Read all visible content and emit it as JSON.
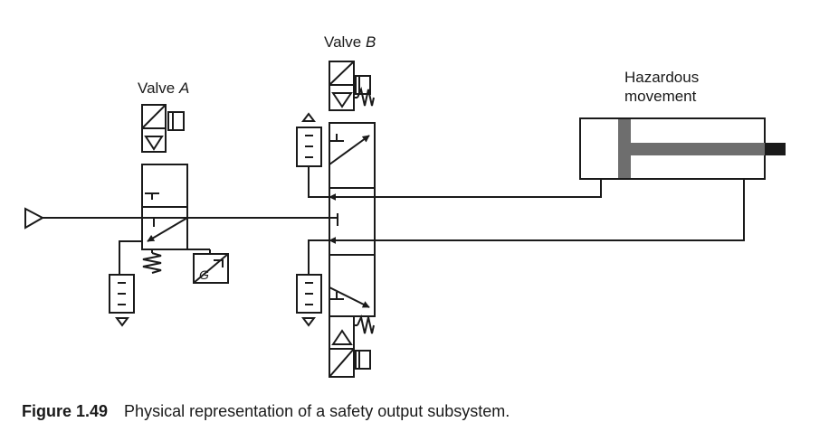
{
  "labels": {
    "valve_a_prefix": "Valve ",
    "valve_a_letter": "A",
    "valve_b_prefix": "Valve ",
    "valve_b_letter": "B",
    "hazard_line1": "Hazardous",
    "hazard_line2": "movement",
    "gauge_letter": "G"
  },
  "caption": {
    "number": "Figure 1.49",
    "text": "Physical representation of a safety output subsystem."
  },
  "colors": {
    "line": "#1a1a1a",
    "piston": "#6e6e6e",
    "rod_end": "#1a1a1a"
  }
}
